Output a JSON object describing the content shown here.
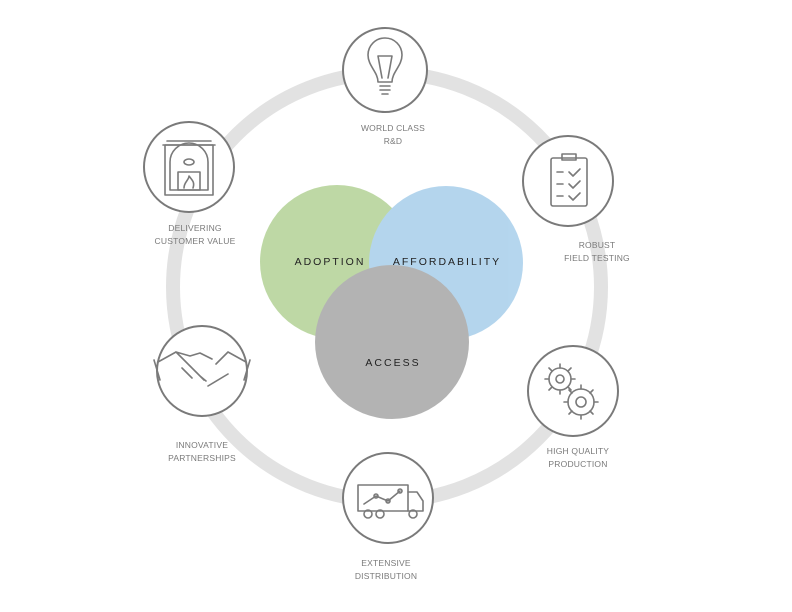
{
  "venn": {
    "adoption": "ADOPTION",
    "affordability": "AFFORDABILITY",
    "access": "ACCESS"
  },
  "pillars": [
    {
      "line1": "WORLD CLASS",
      "line2": "R&D",
      "icon": "lightbulb-icon"
    },
    {
      "line1": "ROBUST",
      "line2": "FIELD TESTING",
      "icon": "checklist-icon"
    },
    {
      "line1": "HIGH QUALITY",
      "line2": "PRODUCTION",
      "icon": "gears-icon"
    },
    {
      "line1": "EXTENSIVE",
      "line2": "DISTRIBUTION",
      "icon": "truck-icon"
    },
    {
      "line1": "INNOVATIVE",
      "line2": "PARTNERSHIPS",
      "icon": "handshake-icon"
    },
    {
      "line1": "DELIVERING",
      "line2": "CUSTOMER VALUE",
      "icon": "stove-icon"
    }
  ],
  "colors": {
    "ring": "#e2e2e2",
    "green": "#b5d39a",
    "blue": "#a9cfea",
    "gray": "#9a9a9a",
    "icon": "#7a7a7a"
  }
}
